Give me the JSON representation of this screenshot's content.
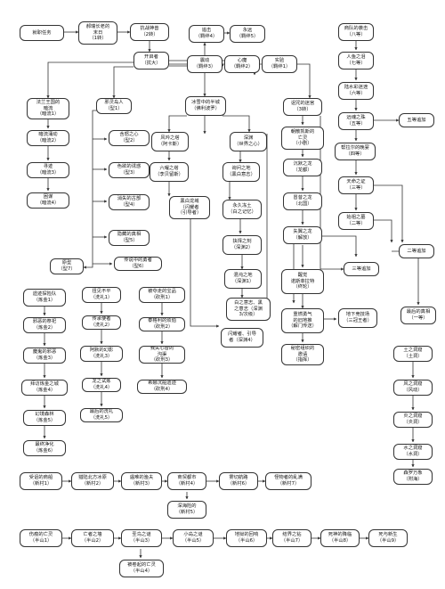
{
  "nodes": {
    "n01": "就职任务",
    "n02": "郝瑞长老的\n末日\n（1转）",
    "n03": "抗战神兽\n（2转）",
    "n04": "开启者\n（扰大）",
    "n05": "追击\n（羁绊4）",
    "n06": "永远\n（羁绊5）",
    "n07": "震动\n（羁绊3）",
    "n08": "心魔\n（羁绊2）",
    "n09": "实验\n（羁绊1）",
    "n10": "商队的袭击\n（八等）",
    "n11": "人鱼之泪\n（七等）",
    "n12": "陆水彩迷途\n（六等）",
    "n13": "远魂之珠\n（五等）",
    "n14": "五等追加",
    "n15": "帮拉尔的晚宴\n（四等）",
    "n16": "天命之证\n（三等）",
    "n17": "始祖之墓\n（二等）",
    "n18": "二等追加",
    "n19": "三等追加",
    "n20": "最后的真相\n（一等）",
    "n21": "法兰王国的\n暗流\n（暗流1）",
    "n22": "暗流涌动\n（暗流2）",
    "n23": "寻迹\n（暗流3）",
    "n24": "困谋\n（暗流4）",
    "n25": "邪灵岛人\n（型1）",
    "n26": "含怒之心\n（型2）",
    "n27": "色欲的诱惑\n（型3）",
    "n28": "消失的古部\n（型4）",
    "n29": "隐藏的真相\n（型5）",
    "n30": "传说中的勇者\n（型6）",
    "n31": "原型\n（型7）",
    "n32": "冰雪中的半城\n（佛利波罗）",
    "n33": "风吟之塔\n（阿卡斯）",
    "n34": "深渊\n（世界之心）",
    "n35": "六曜之塔\n（李贝留斯）",
    "n36": "询问之地\n（黑白意志）",
    "n37": "黑白龙域\n（闪耀者\n（引导者）",
    "n38": "永久冻土\n（白之记忆）",
    "n39": "抉择之刻\n（深渊2）",
    "n40": "混沌之地\n（深渊1）",
    "n41": "白之意志、黑\n之意志（深渊\n3/次级）",
    "n42": "闪耀者、引导\n者（深渊4）",
    "n43": "诅咒的迷宫\n（3转）",
    "n44": "朝散凯斯的\n亡灵\n（小剧）",
    "n45": "沉默之龙\n（龙都）",
    "n46": "冒昔之龙\n（北国）",
    "n47": "失翼之龙\n（解放）",
    "n48": "醒觉\n诺斯菲拉特\n（终轮）",
    "n49": "重燃勇气\n的旧地推\n（解门传送）",
    "n50": "秘密组织的\n邀请\n（指挥）",
    "n51": "地下竞技场\n（三冠王者）",
    "n52": "遗迹探险队\n（炼金1）",
    "n53": "邪恶的祭祀\n（炼金2）",
    "n54": "魔鬼的邪恶\n（炼金3）",
    "n55": "拜访炼金之城\n（炼金4）",
    "n56": "幻境森林\n（炼金5）",
    "n57": "最终净化\n（炼金6）",
    "n58": "扭见不平\n（洗礼1）",
    "n59": "传承使者\n（洗礼2）",
    "n60": "阿默的幻影\n（洗礼3）",
    "n61": "龙之试炼\n（洗礼4）",
    "n62": "最后的洗礼\n（洗礼5）",
    "n63": "被夺走的宝品\n（砍刑1）",
    "n64": "泰格利的烦恼\n（砍刑2）",
    "n65": "我失心智的\n沟渠\n（砍刑3）",
    "n66": "希娜沉船遗迹\n（砍刑4）",
    "n67": "土之洞窟\n（土洞）",
    "n68": "风之洞窟\n（风动）",
    "n69": "炎之洞窟\n（炎洞）",
    "n70": "水之洞窟\n（水洞）",
    "n71": "森罗万象\n（附海）",
    "n72": "受诅的商船\n（新村1）",
    "n73": "猎陆北方冰原\n（新村2）",
    "n74": "遇难的渔夫\n（新村3）",
    "n75": "商贸都市\n（新村4）",
    "n76": "雾切航路\n（新村6）",
    "n77": "怪物者的乱满\n（新村7）",
    "n78": "深海险的\n（新村5）",
    "n79": "伤痕的亡灵\n（半山1）",
    "n80": "亡者之墙\n（半山2）",
    "n81": "圣鸟之谜\n（半山3）",
    "n82": "小岛之谜\n（半山5）",
    "n83": "地狱的回响\n（半山6）",
    "n84": "结界之钻\n（半山7）",
    "n85": "死神的降临\n（半山8）",
    "n86": "死与新生\n（半山9）",
    "n87": "被卷起的亡灵\n（半山4）"
  }
}
